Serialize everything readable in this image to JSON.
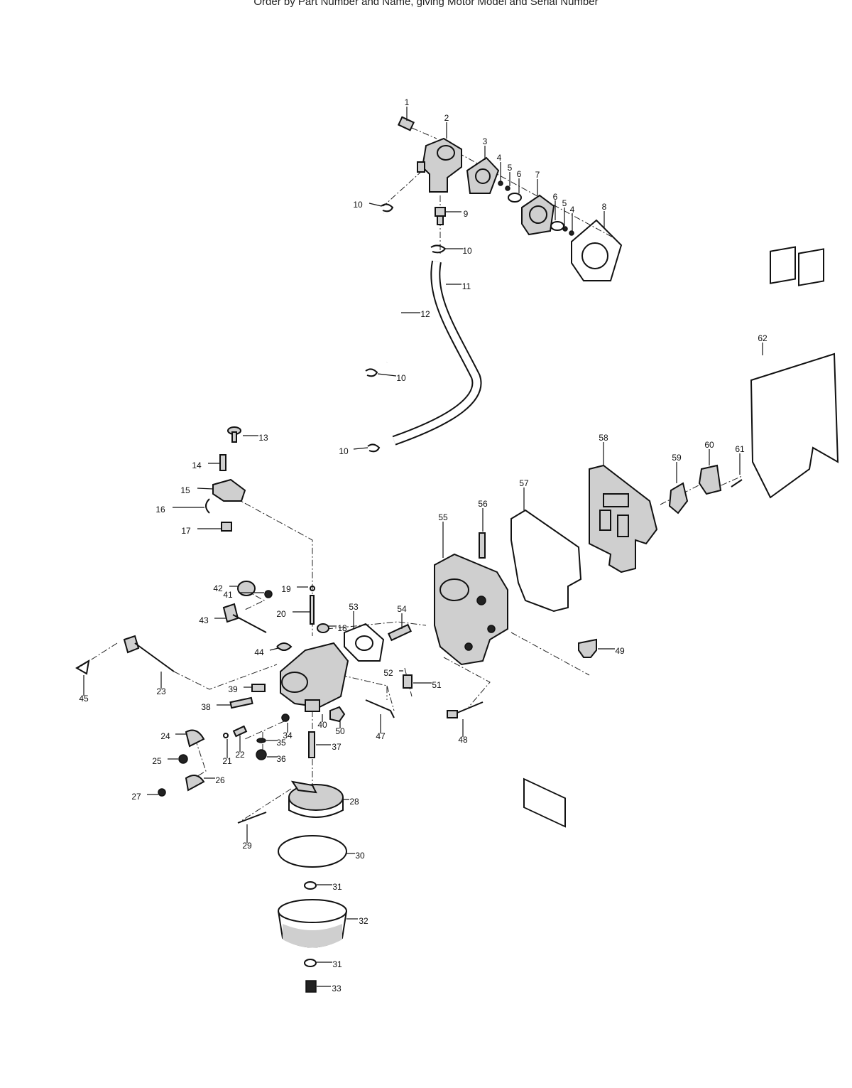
{
  "header": "Order by Part Number and Name, giving Motor Model and Serial Number",
  "parts": [
    {
      "n": "1"
    },
    {
      "n": "2"
    },
    {
      "n": "3"
    },
    {
      "n": "4"
    },
    {
      "n": "5"
    },
    {
      "n": "6"
    },
    {
      "n": "7"
    },
    {
      "n": "6"
    },
    {
      "n": "5"
    },
    {
      "n": "4"
    },
    {
      "n": "8"
    },
    {
      "n": "9"
    },
    {
      "n": "10"
    },
    {
      "n": "10"
    },
    {
      "n": "11"
    },
    {
      "n": "12"
    },
    {
      "n": "10"
    },
    {
      "n": "10"
    },
    {
      "n": "62"
    },
    {
      "n": "13"
    },
    {
      "n": "14"
    },
    {
      "n": "15"
    },
    {
      "n": "16"
    },
    {
      "n": "17"
    },
    {
      "n": "58"
    },
    {
      "n": "59"
    },
    {
      "n": "60"
    },
    {
      "n": "61"
    },
    {
      "n": "57"
    },
    {
      "n": "56"
    },
    {
      "n": "55"
    },
    {
      "n": "19"
    },
    {
      "n": "41"
    },
    {
      "n": "42"
    },
    {
      "n": "20"
    },
    {
      "n": "43"
    },
    {
      "n": "53"
    },
    {
      "n": "54"
    },
    {
      "n": "18"
    },
    {
      "n": "44"
    },
    {
      "n": "49"
    },
    {
      "n": "45"
    },
    {
      "n": "23"
    },
    {
      "n": "39"
    },
    {
      "n": "52"
    },
    {
      "n": "51"
    },
    {
      "n": "38"
    },
    {
      "n": "40"
    },
    {
      "n": "50"
    },
    {
      "n": "47"
    },
    {
      "n": "48"
    },
    {
      "n": "24"
    },
    {
      "n": "34"
    },
    {
      "n": "22"
    },
    {
      "n": "21"
    },
    {
      "n": "35"
    },
    {
      "n": "37"
    },
    {
      "n": "36"
    },
    {
      "n": "25"
    },
    {
      "n": "26"
    },
    {
      "n": "27"
    },
    {
      "n": "28"
    },
    {
      "n": "29"
    },
    {
      "n": "30"
    },
    {
      "n": "31"
    },
    {
      "n": "32"
    },
    {
      "n": "31"
    },
    {
      "n": "33"
    }
  ]
}
